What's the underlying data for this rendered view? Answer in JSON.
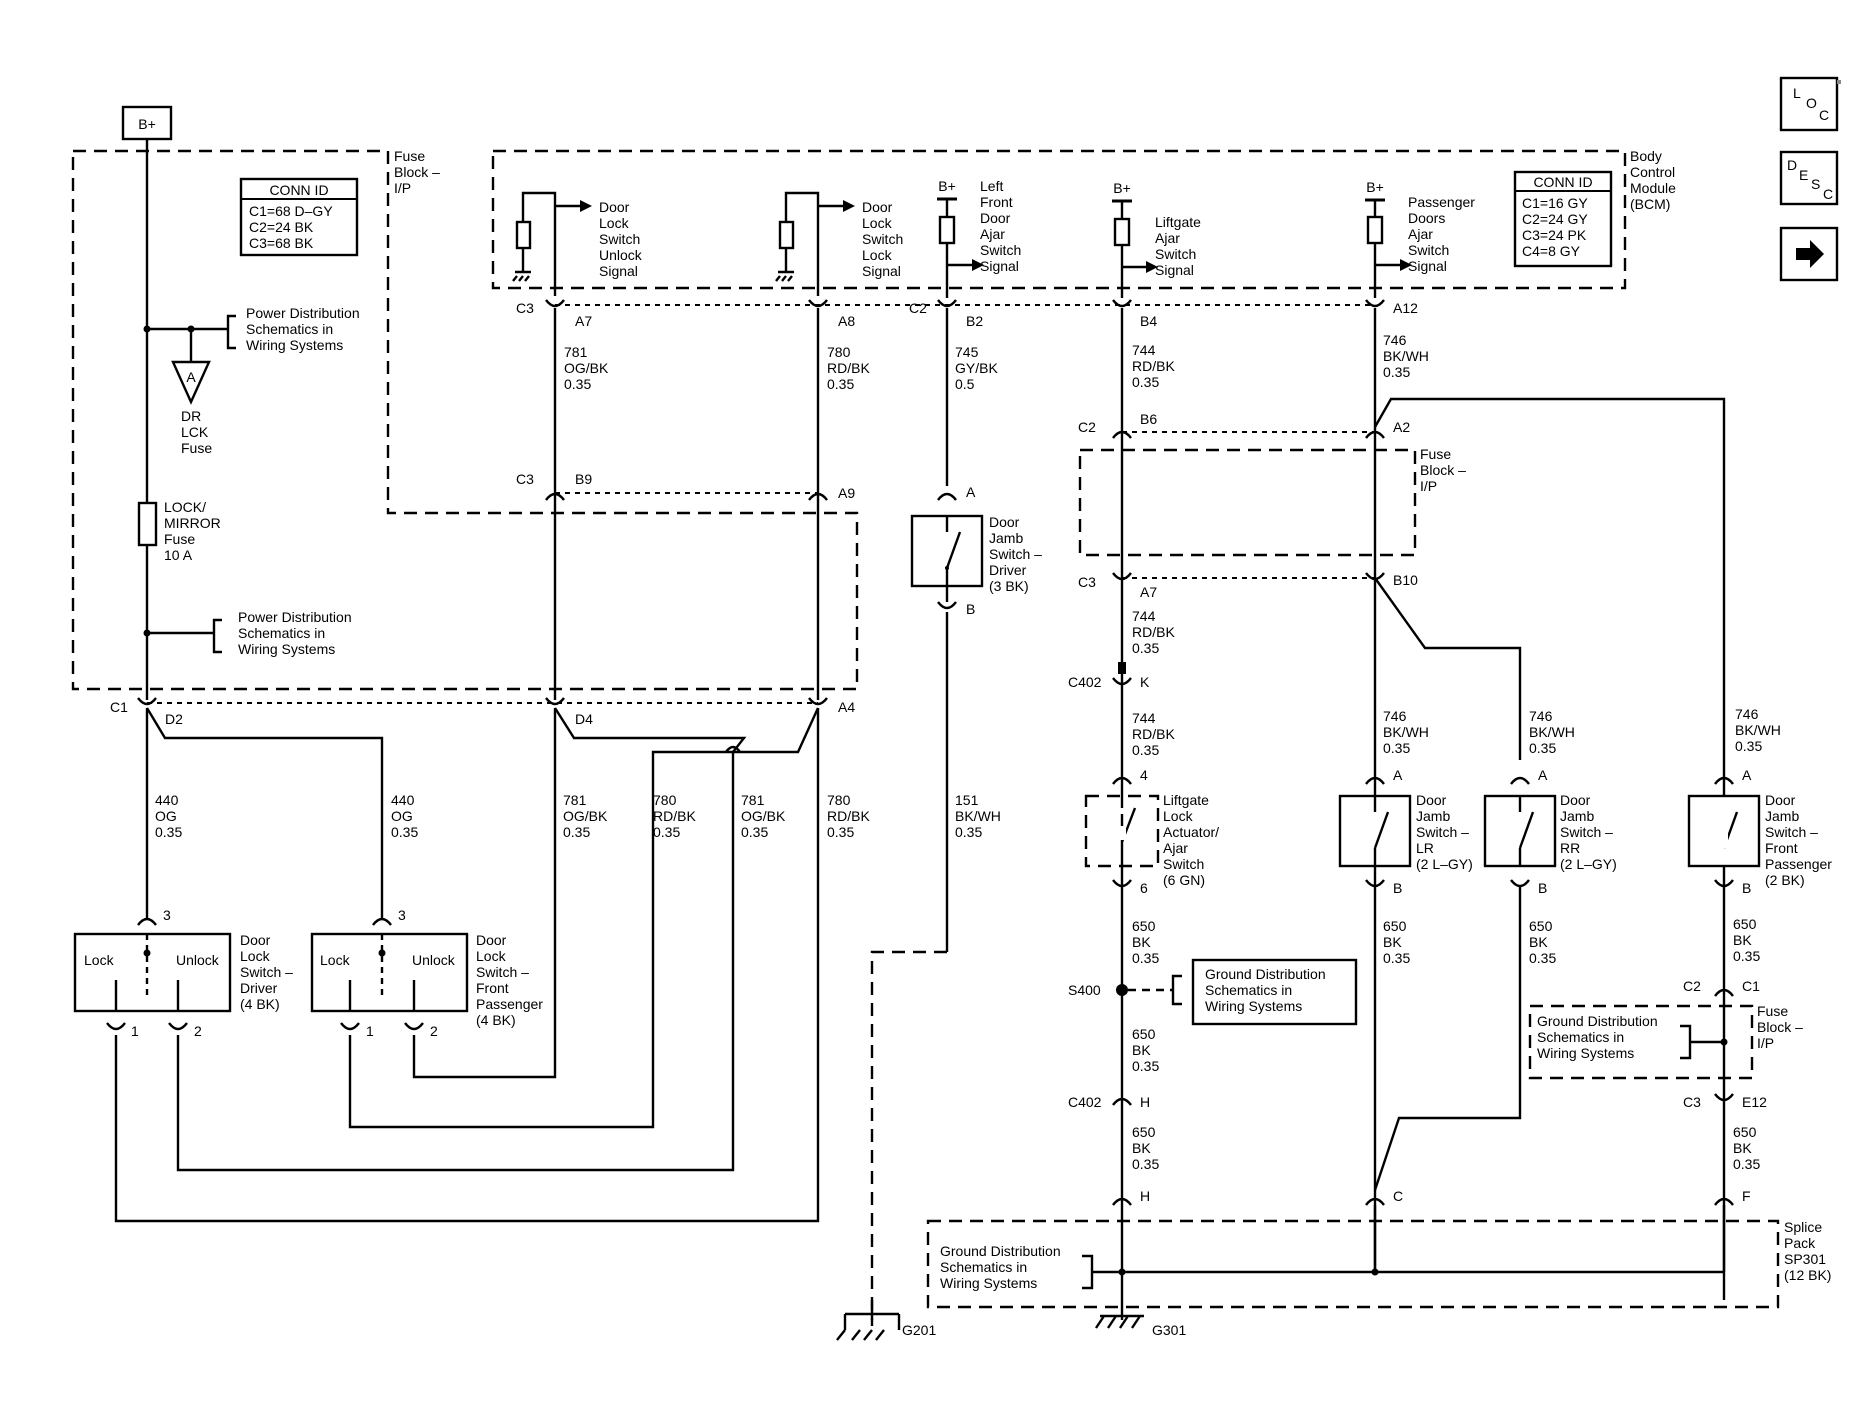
{
  "nav": {
    "loc": [
      "L",
      "O",
      "C"
    ],
    "desc": [
      "D",
      "E",
      "S",
      "C"
    ],
    "next_arrow": "→"
  },
  "power": {
    "bplus": "B+"
  },
  "fuse_block_ip": {
    "title": [
      "Fuse",
      "Block –",
      "I/P"
    ],
    "conn_id_title": "CONN ID",
    "conn_id": [
      "C1=68 D–GY",
      "C2=24 BK",
      "C3=68 BK"
    ],
    "power_dist_1": [
      "Power Distribution",
      "Schematics in",
      "Wiring Systems"
    ],
    "power_dist_2": [
      "Power Distribution",
      "Schematics in",
      "Wiring Systems"
    ],
    "dr_lck_fuse": [
      "DR",
      "LCK",
      "Fuse"
    ],
    "lock_mirror_fuse": [
      "LOCK/",
      "MIRROR",
      "Fuse",
      "10 A"
    ]
  },
  "bcm": {
    "title": [
      "Body",
      "Control",
      "Module",
      "(BCM)"
    ],
    "conn_id_title": "CONN ID",
    "conn_id": [
      "C1=16 GY",
      "C2=24 GY",
      "C3=24 PK",
      "C4=8 GY"
    ],
    "signals": {
      "unlock": [
        "Door",
        "Lock",
        "Switch",
        "Unlock",
        "Signal"
      ],
      "lock": [
        "Door",
        "Lock",
        "Switch",
        "Lock",
        "Signal"
      ],
      "lf_ajar": [
        "Left",
        "Front",
        "Door",
        "Ajar",
        "Switch",
        "Signal"
      ],
      "liftgate_ajar": [
        "Liftgate",
        "Ajar",
        "Switch",
        "Signal"
      ],
      "pass_ajar": [
        "Passenger",
        "Doors",
        "Ajar",
        "Switch",
        "Signal"
      ]
    }
  },
  "wires": {
    "w781_top": [
      "781",
      "OG/BK",
      "0.35"
    ],
    "w780_top": [
      "780",
      "RD/BK",
      "0.35"
    ],
    "w745": [
      "745",
      "GY/BK",
      "0.5"
    ],
    "w744_a": [
      "744",
      "RD/BK",
      "0.35"
    ],
    "w746_a": [
      "746",
      "BK/WH",
      "0.35"
    ],
    "w744_b": [
      "744",
      "RD/BK",
      "0.35"
    ],
    "w744_c": [
      "744",
      "RD/BK",
      "0.35"
    ],
    "w440_a": [
      "440",
      "OG",
      "0.35"
    ],
    "w440_b": [
      "440",
      "OG",
      "0.35"
    ],
    "w781_b": [
      "781",
      "OG/BK",
      "0.35"
    ],
    "w780_b": [
      "780",
      "RD/BK",
      "0.35"
    ],
    "w781_c": [
      "781",
      "OG/BK",
      "0.35"
    ],
    "w780_c": [
      "780",
      "RD/BK",
      "0.35"
    ],
    "w151": [
      "151",
      "BK/WH",
      "0.35"
    ],
    "w746_lr": [
      "746",
      "BK/WH",
      "0.35"
    ],
    "w746_rr": [
      "746",
      "BK/WH",
      "0.35"
    ],
    "w746_fp": [
      "746",
      "BK/WH",
      "0.35"
    ],
    "w650_a": [
      "650",
      "BK",
      "0.35"
    ],
    "w650_b": [
      "650",
      "BK",
      "0.35"
    ],
    "w650_c": [
      "650",
      "BK",
      "0.35"
    ],
    "w650_lr": [
      "650",
      "BK",
      "0.35"
    ],
    "w650_rr": [
      "650",
      "BK",
      "0.35"
    ],
    "w650_fp1": [
      "650",
      "BK",
      "0.35"
    ],
    "w650_fp2": [
      "650",
      "BK",
      "0.35"
    ]
  },
  "connectors": {
    "c3_a7": [
      "C3",
      "A7"
    ],
    "a8": "A8",
    "c2_b2": [
      "C2",
      "B2"
    ],
    "b4": "B4",
    "a12": "A12",
    "c3_b9": [
      "C3",
      "B9"
    ],
    "a9": "A9",
    "c1_d2": [
      "C1",
      "D2"
    ],
    "d4": "D4",
    "a4": "A4",
    "c2_b6": [
      "C2",
      "B6"
    ],
    "a2": "A2",
    "c3_a7b": [
      "C3",
      "A7"
    ],
    "b10": "B10",
    "c402_k": [
      "C402",
      "K"
    ],
    "c402_h": [
      "C402",
      "H"
    ],
    "h": "H",
    "c": "C",
    "f": "F",
    "pin_a_door": "A",
    "pin_b_door": "B",
    "pin_4": "4",
    "pin_6": "6",
    "lr_a": "A",
    "lr_b": "B",
    "rr_a": "A",
    "rr_b": "B",
    "fp_a": "A",
    "fp_b": "B",
    "c2_c1": [
      "C2",
      "C1"
    ],
    "c3_e12": [
      "C3",
      "E12"
    ],
    "drv_3": "3",
    "drv_1": "1",
    "drv_2": "2",
    "fp_3": "3",
    "fp_1": "1",
    "fp_2": "2",
    "s400": "S400",
    "g201": "G201",
    "g301": "G301"
  },
  "components": {
    "driver_jamb": [
      "Door",
      "Jamb",
      "Switch –",
      "Driver",
      "(3 BK)"
    ],
    "fuse_block_ip_right": [
      "Fuse",
      "Block –",
      "I/P"
    ],
    "fuse_block_ip_fp": [
      "Fuse",
      "Block –",
      "I/P"
    ],
    "liftgate_lock": [
      "Liftgate",
      "Lock",
      "Actuator/",
      "Ajar",
      "Switch",
      "(6 GN)"
    ],
    "lr_jamb": [
      "Door",
      "Jamb",
      "Switch –",
      "LR",
      "(2 L–GY)"
    ],
    "rr_jamb": [
      "Door",
      "Jamb",
      "Switch –",
      "RR",
      "(2 L–GY)"
    ],
    "fp_jamb": [
      "Door",
      "Jamb",
      "Switch –",
      "Front",
      "Passenger",
      "(2 BK)"
    ],
    "driver_lock_sw": [
      "Door",
      "Lock",
      "Switch –",
      "Driver",
      "(4 BK)"
    ],
    "fp_lock_sw": [
      "Door",
      "Lock",
      "Switch –",
      "Front",
      "Passenger",
      "(4 BK)"
    ],
    "lock_label": "Lock",
    "unlock_label": "Unlock",
    "ground_dist_s400": [
      "Ground Distribution",
      "Schematics in",
      "Wiring Systems"
    ],
    "ground_dist_fp": [
      "Ground Distribution",
      "Schematics in",
      "Wiring Systems"
    ],
    "ground_dist_splice": [
      "Ground Distribution",
      "Schematics in",
      "Wiring Systems"
    ],
    "splice_pack": [
      "Splice",
      "Pack",
      "SP301",
      "(12 BK)"
    ]
  }
}
